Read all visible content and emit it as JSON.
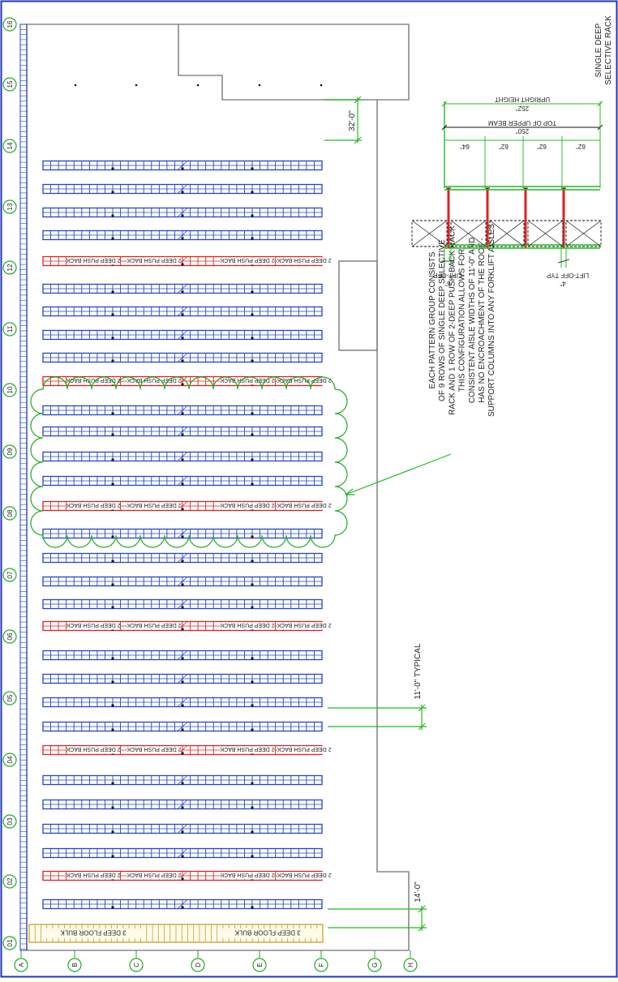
{
  "grid_rows": [
    "01",
    "02",
    "03",
    "04",
    "05",
    "06",
    "07",
    "08",
    "09",
    "10",
    "11",
    "12",
    "13",
    "14",
    "15",
    "16"
  ],
  "grid_cols": [
    "A",
    "B",
    "C",
    "D",
    "E",
    "F",
    "G",
    "H"
  ],
  "rack_rows": [
    {
      "kind": "bulk"
    },
    {
      "kind": "selective"
    },
    {
      "kind": "pushback"
    },
    {
      "kind": "selective"
    },
    {
      "kind": "selective"
    },
    {
      "kind": "selective"
    },
    {
      "kind": "selective"
    },
    {
      "kind": "pushback"
    },
    {
      "kind": "selective"
    },
    {
      "kind": "selective"
    },
    {
      "kind": "selective"
    },
    {
      "kind": "selective"
    },
    {
      "kind": "pushback"
    },
    {
      "kind": "selective"
    },
    {
      "kind": "selective"
    },
    {
      "kind": "selective"
    },
    {
      "kind": "selective"
    },
    {
      "kind": "pushback"
    },
    {
      "kind": "selective"
    },
    {
      "kind": "selective"
    },
    {
      "kind": "selective"
    },
    {
      "kind": "selective"
    },
    {
      "kind": "pushback"
    },
    {
      "kind": "selective"
    },
    {
      "kind": "selective"
    },
    {
      "kind": "selective"
    },
    {
      "kind": "selective"
    },
    {
      "kind": "pushback"
    },
    {
      "kind": "selective"
    },
    {
      "kind": "selective"
    },
    {
      "kind": "selective"
    },
    {
      "kind": "selective"
    }
  ],
  "labels": {
    "pushback": "2 DEEP PUSH BACK",
    "bulk": "3 DEEP FLOOR BULK",
    "dim_32": "32'-0\"",
    "dim_11": "11'-0\" TYPICAL",
    "dim_14": "14'-0\"",
    "note": [
      "EACH PATTERN GROUP CONSISTS",
      "OF 9 ROWS OF SINGLE DEEP SELECTIVE",
      "RACK AND 1 ROW OF 2-DEEP PUSH-BACK RACK",
      "THIS CONFIGURATION ALLOWS FOR",
      "CONSISTENT AISLE WIDTHS OF 11'-0\" AND",
      "HAS NO ENCROACHMENT OF THE ROOF -",
      "SUPPORT COLUMNS INTO ANY FORKLIFT AISLES"
    ]
  },
  "detail": {
    "title": [
      "SINGLE DEEP",
      "SELECTIVE RACK"
    ],
    "upright_height": "252\"",
    "upright_label": "UPRIGHT HEIGHT",
    "beam_height": "250\"",
    "beam_label": "TOP OF UPPER BEAM",
    "levels": [
      "64\"",
      "62\"",
      "62\"",
      "62\""
    ],
    "liftoff_top": "6\"",
    "liftoff_top_label": "LIFT-OFF",
    "liftoff_bottom": "4\"",
    "liftoff_bottom_label": "LIFT-OFF TYP"
  },
  "colors": {
    "selective": "#2244cc",
    "pushback": "#dd2222",
    "bulk": "#c8a030",
    "dimension": "#22bb22",
    "wall": "#888888",
    "border": "#2233bb",
    "bubble": "#22aa22"
  }
}
